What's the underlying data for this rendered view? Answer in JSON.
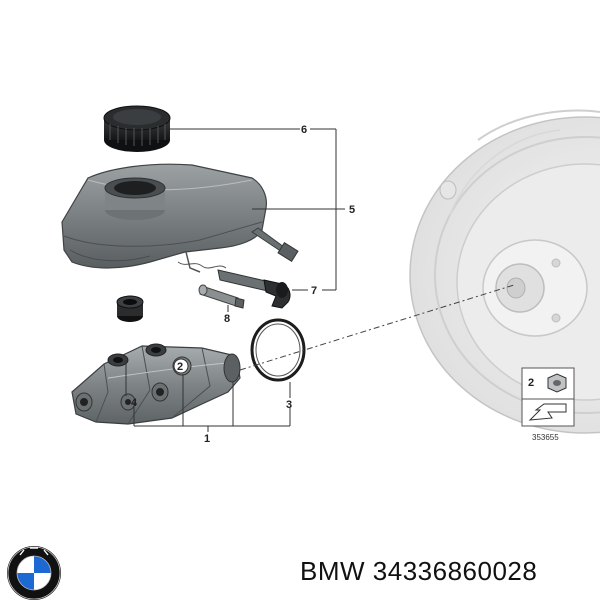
{
  "callouts": {
    "c1": "1",
    "c2": "2",
    "c3": "3",
    "c4": "4",
    "c5": "5",
    "c6": "6",
    "c7": "7",
    "c8": "8"
  },
  "legend": {
    "number": "2",
    "ref": "353655"
  },
  "footer": {
    "brand": "BMW",
    "part_number": "34336860028"
  },
  "logo": {
    "letters": "BMW",
    "colors": {
      "blue": "#1c69d4",
      "ring": "#111111"
    }
  }
}
